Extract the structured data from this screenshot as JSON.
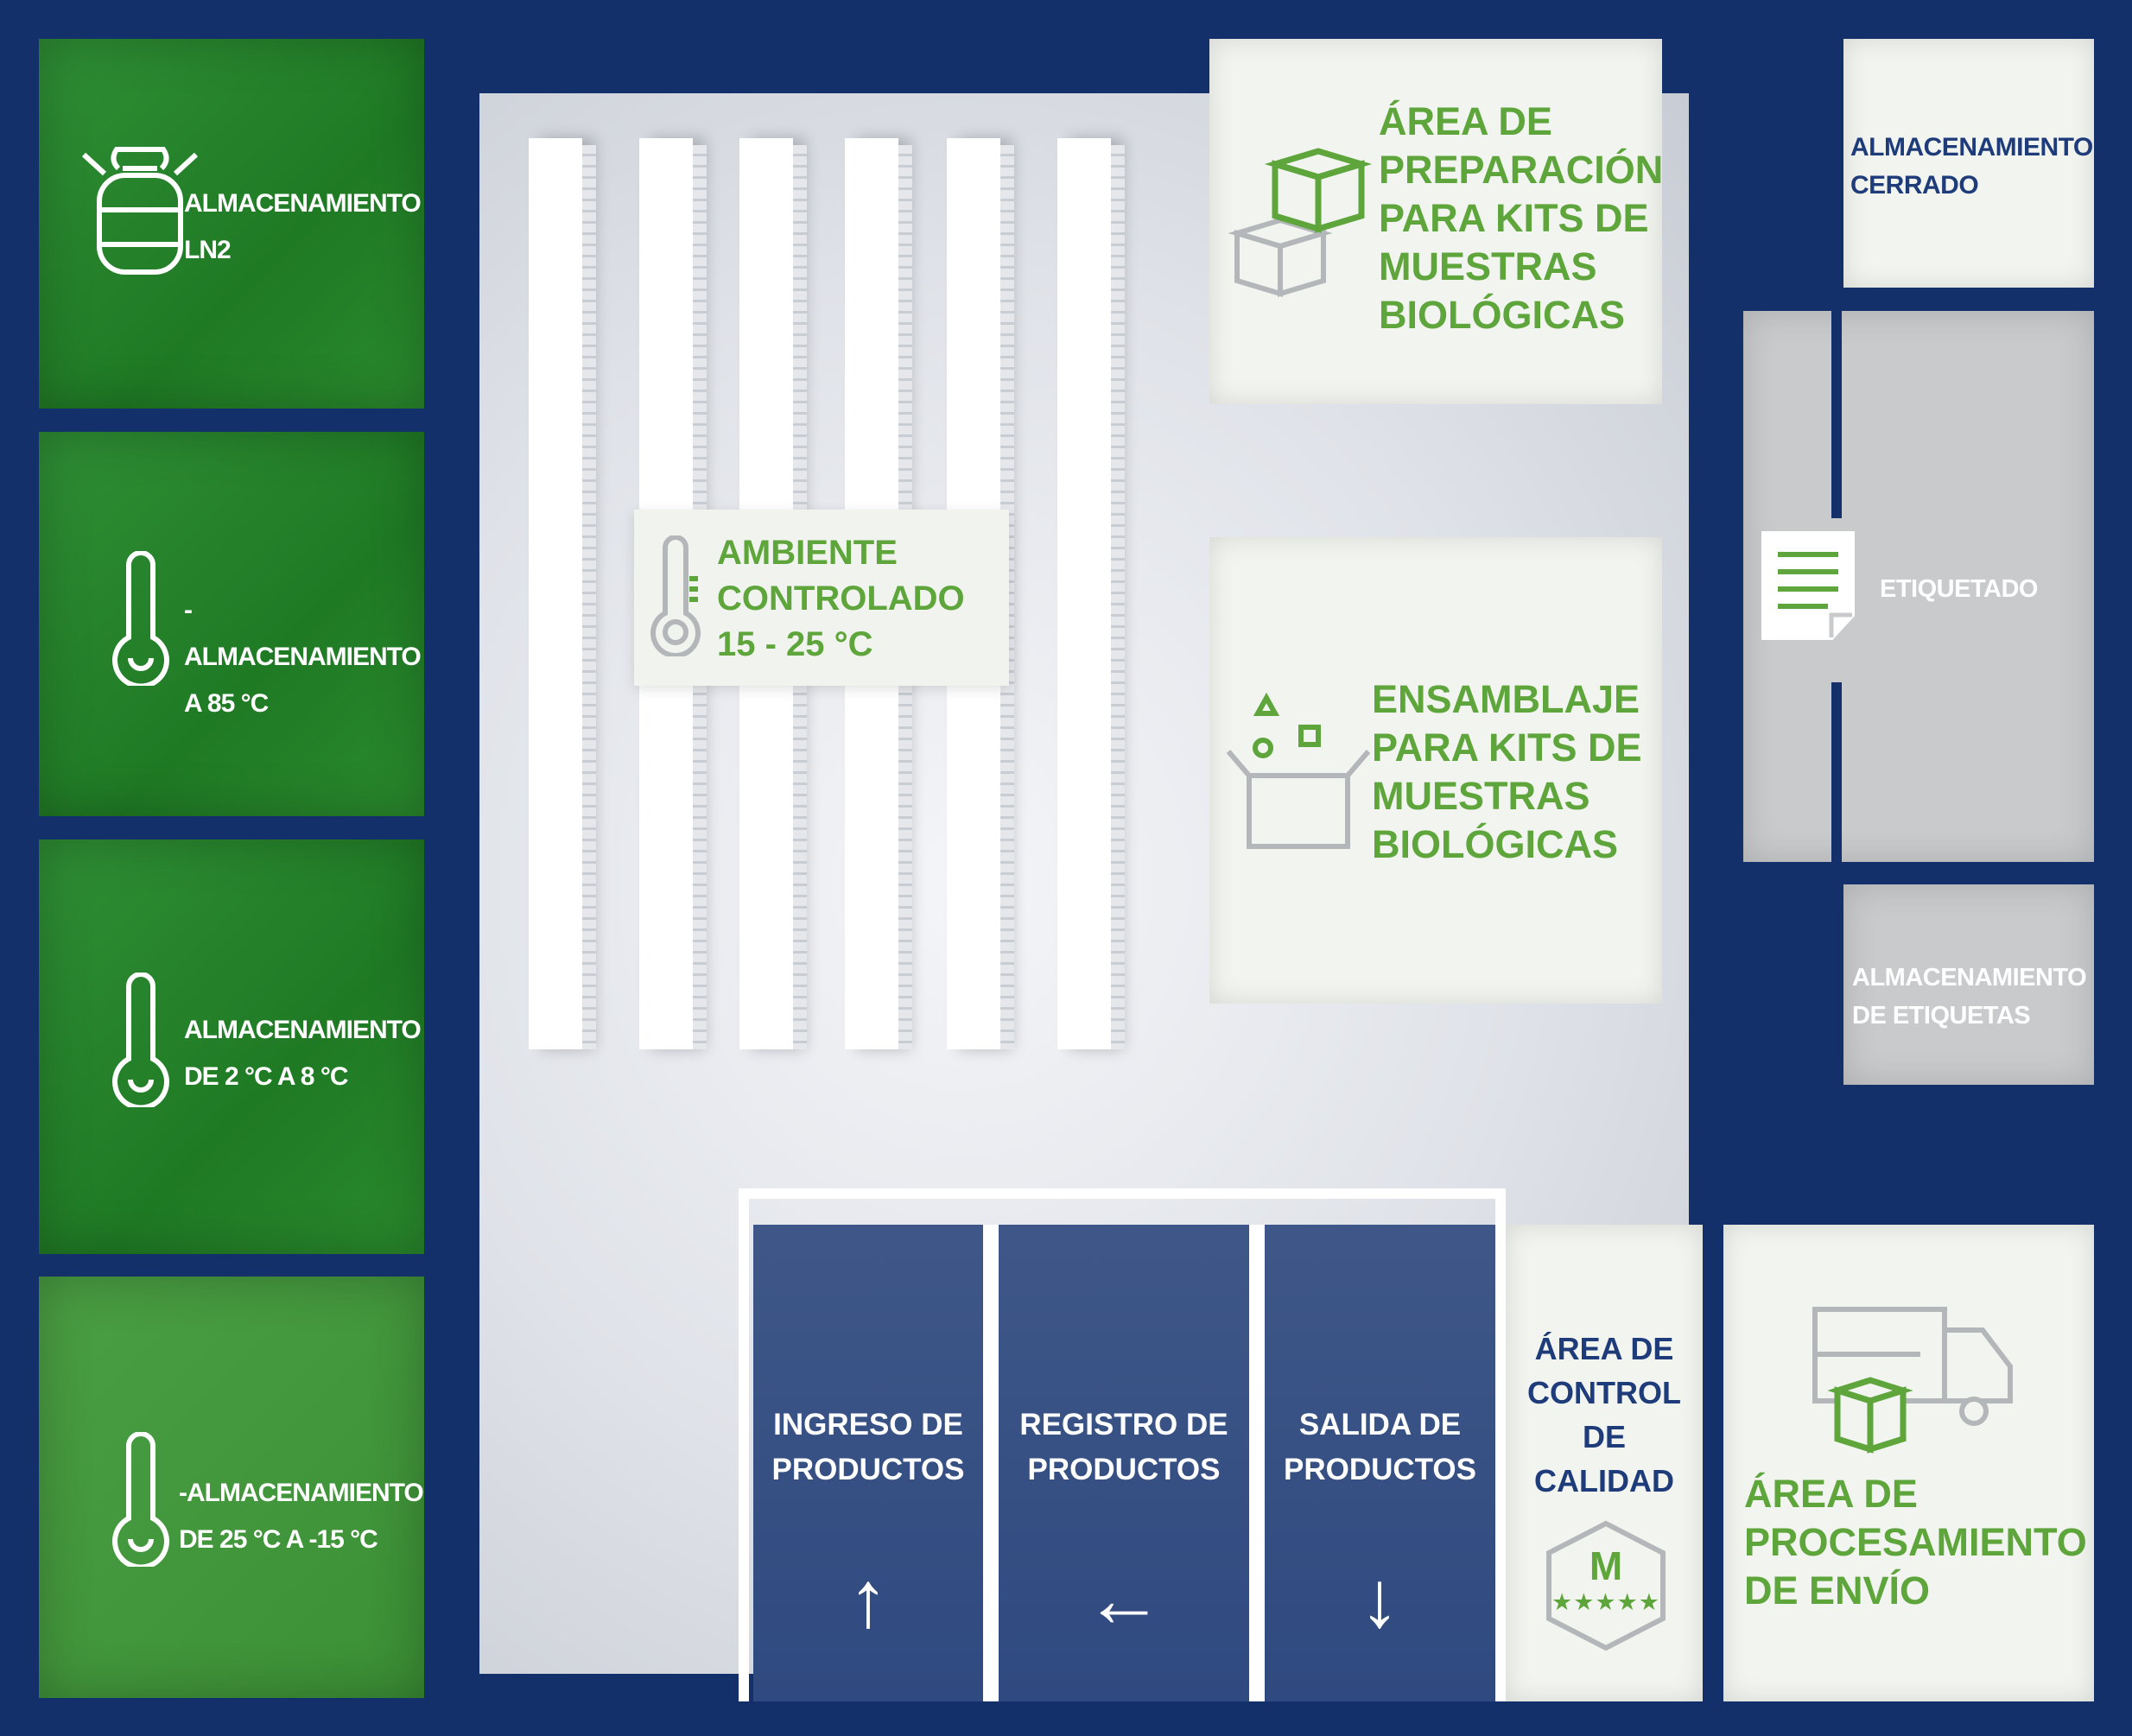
{
  "rooms": {
    "ln2": {
      "label": "ALMACENAMIENTO LN2"
    },
    "minus85": {
      "label": "-ALMACENAMIENTO A 85 °C"
    },
    "cold2to8": {
      "label": "ALMACENAMIENTO DE 2 °C A 8 °C"
    },
    "minus25": {
      "label": "-ALMACENAMIENTO DE 25 °C A -15 °C"
    },
    "controlled": {
      "label": "AMBIENTE CONTROLADO 15 - 25 °C"
    },
    "prep": {
      "label": "ÁREA DE PREPARACIÓN PARA KITS DE MUESTRAS BIOLÓGICAS"
    },
    "assembly": {
      "label": "ENSAMBLAJE PARA KITS DE MUESTRAS BIOLÓGICAS"
    },
    "closed": {
      "label": "ALMACENAMIENTO CERRADO"
    },
    "labeling": {
      "label": "ETIQUETADO"
    },
    "labelstorage": {
      "label": "ALMACENAMIENTO DE ETIQUETAS"
    },
    "intake": {
      "label": "INGRESO DE PRODUCTOS",
      "arrow": "↑"
    },
    "register": {
      "label": "REGISTRO DE PRODUCTOS",
      "arrow": "←"
    },
    "exit": {
      "label": "SALIDA DE PRODUCTOS",
      "arrow": "↓"
    },
    "qc": {
      "label": "ÁREA DE CONTROL DE CALIDAD",
      "badge_letter": "M",
      "stars": "★★★★★"
    },
    "shipping": {
      "label": "ÁREA DE PROCESAMIENTO DE ENVÍO"
    }
  },
  "colors": {
    "navy": "#14306b",
    "green": "#1f7a24",
    "accent_green": "#5ea53c",
    "icon_grey": "#b4b7ba"
  },
  "icons": [
    "ln2-tank-icon",
    "thermometer-icon",
    "stacked-boxes-icon",
    "open-box-shapes-icon",
    "document-icon",
    "quality-badge-icon",
    "delivery-truck-icon"
  ]
}
